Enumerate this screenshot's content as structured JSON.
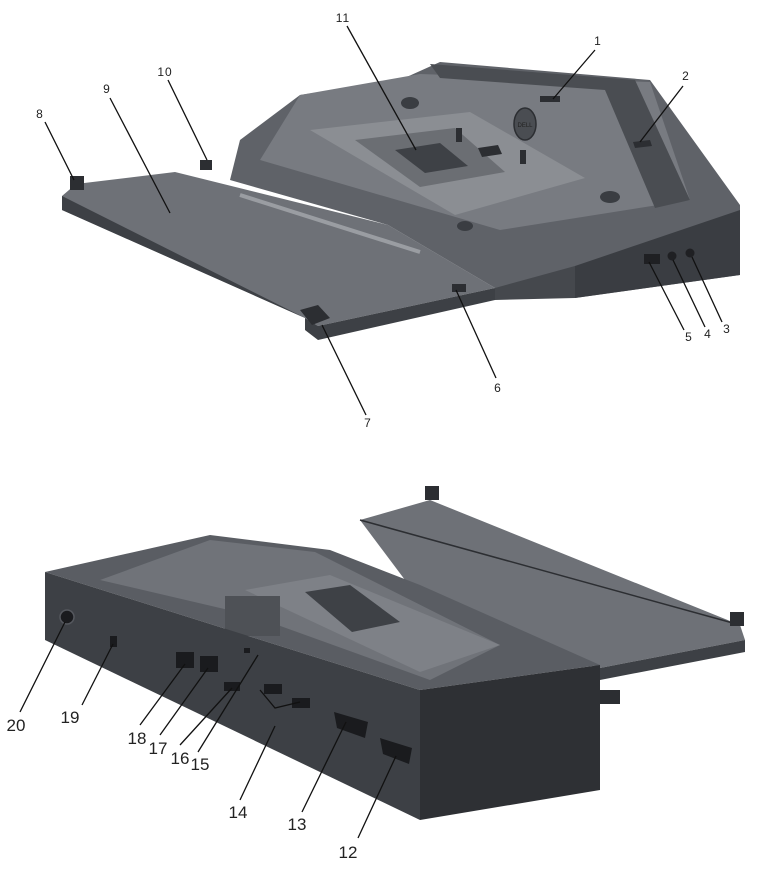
{
  "callouts_top": [
    "1",
    "2",
    "3",
    "4",
    "5",
    "6",
    "7",
    "8",
    "9",
    "10",
    "11"
  ],
  "callouts_bottom": [
    "12",
    "13",
    "14",
    "15",
    "16",
    "17",
    "18",
    "19",
    "20"
  ],
  "logo_text": "DELL",
  "colors": {
    "body_dark": "#3a3d42",
    "body_mid": "#55585e",
    "body_light": "#75787e",
    "line": "#111111"
  }
}
